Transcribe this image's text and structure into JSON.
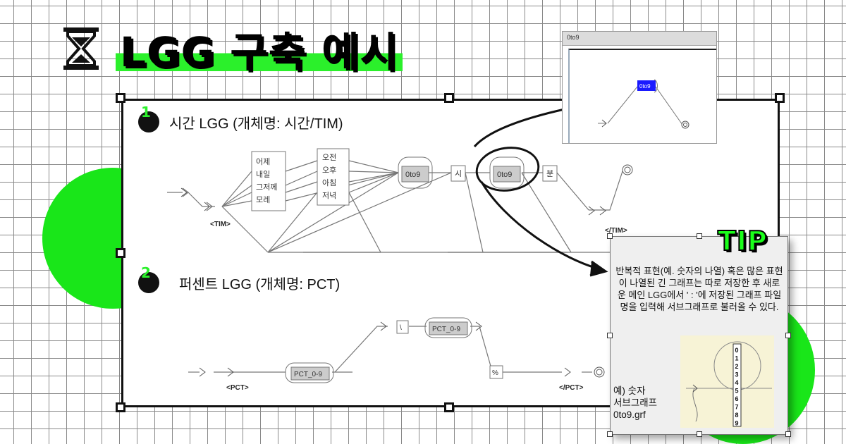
{
  "title": "LGG 구축 예시",
  "steps": [
    {
      "num": "1",
      "label": "시간 LGG (개체명: 시간/TIM)"
    },
    {
      "num": "2",
      "label": "퍼센트 LGG (개체명: PCT)"
    }
  ],
  "graph_tim": {
    "box1": [
      "어제",
      "내일",
      "그저께",
      "모레"
    ],
    "box2": [
      "오전",
      "오후",
      "아침",
      "저녁"
    ],
    "node_0to9_a": "0to9",
    "node_si": "시",
    "node_0to9_b": "0to9",
    "node_bun": "분",
    "start_tag": "<TIM>",
    "end_tag": "</TIM>"
  },
  "graph_pct": {
    "node_pct_a": "PCT_0-9",
    "node_backslash": "\\",
    "node_pct_b": "PCT_0-9",
    "node_percent": "%",
    "start_tag": "<PCT>",
    "end_tag": "</PCT>"
  },
  "subgraph_window": {
    "title": "0to9",
    "node": "0to9"
  },
  "tip": {
    "heading": "TIP",
    "text": "반복적 표현(예. 숫자의 나열) 혹은 많은 표현이 나열된 긴 그래프는 따로 저장한 후 새로운 메인 LGG에서 ' : '에 저장된 그래프 파일명을 입력해 서브그래프로 불러올 수 있다.",
    "example": "예) 숫자\n서브그래프\n0to9.grf",
    "digits": [
      "0",
      "1",
      "2",
      "3",
      "4",
      "5",
      "6",
      "7",
      "8",
      "9"
    ]
  },
  "colors": {
    "accent": "#19e619",
    "highlight_node": "#1a1aff"
  }
}
